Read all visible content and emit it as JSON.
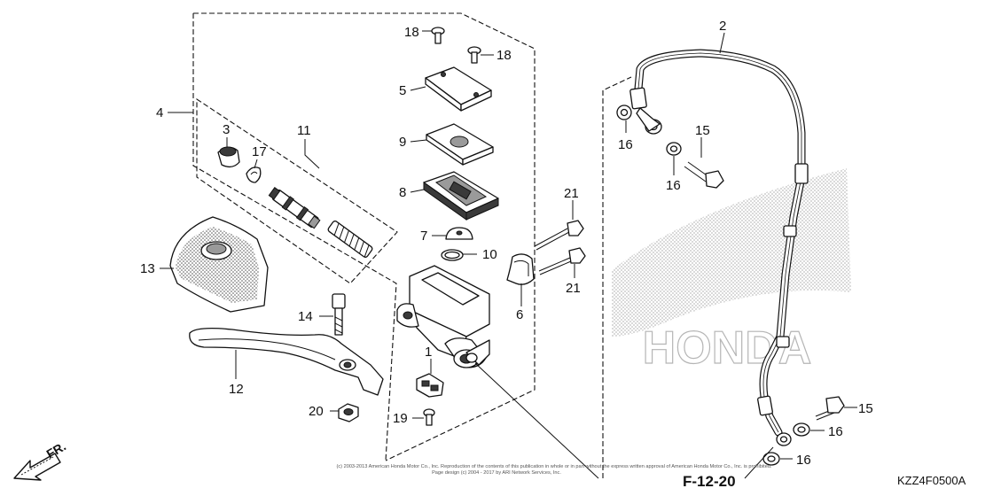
{
  "callouts": {
    "c1": "1",
    "c2": "2",
    "c3": "3",
    "c4": "4",
    "c5": "5",
    "c6": "6",
    "c7": "7",
    "c8": "8",
    "c9": "9",
    "c10": "10",
    "c11": "11",
    "c12": "12",
    "c13": "13",
    "c14": "14",
    "c15a": "15",
    "c15b": "15",
    "c16a": "16",
    "c16b": "16",
    "c16c": "16",
    "c16d": "16",
    "c17": "17",
    "c18a": "18",
    "c18b": "18",
    "c19": "19",
    "c20": "20",
    "c21a": "21",
    "c21b": "21"
  },
  "reference": "F-12-20",
  "diagram_code": "KZZ4F0500A",
  "direction_label": "FR.",
  "copyright": "(c) 2003-2013 American Honda Motor Co., Inc. Reproduction of the contents of this publication in whole or in part without the express written approval of American Honda Motor Co., Inc. is prohibited.",
  "copyright_page": "Page design (c) 2004 - 2017 by ARI Network Services, Inc.",
  "watermark": "HONDA",
  "colors": {
    "ink": "#111111",
    "watermark": "#cfcfcf",
    "stipple": "#555555"
  }
}
